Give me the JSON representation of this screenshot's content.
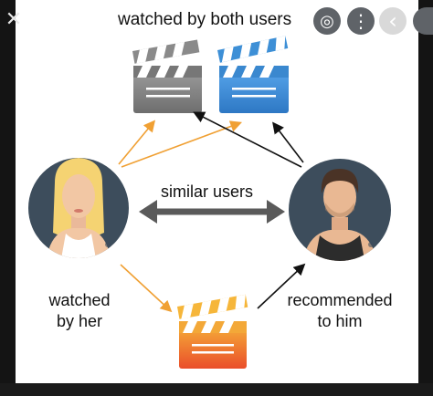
{
  "viewer": {
    "close_label": "✕",
    "lens_label": "◎",
    "more_label": "⋮",
    "prev_label": "‹"
  },
  "image": {
    "top_label": "watched by both users",
    "middle_label": "similar users",
    "left_label": "watched by her",
    "right_label": "recommended to him"
  },
  "colors": {
    "avatar_bg": "#3d4d5c",
    "arrow_orange": "#f0a033",
    "arrow_black": "#111111",
    "arrow_gray": "#5a5a5a",
    "clap_gray": "#8a8a8a",
    "clap_blue": "#3d8fd6",
    "clap_orange": "#f07a30"
  }
}
